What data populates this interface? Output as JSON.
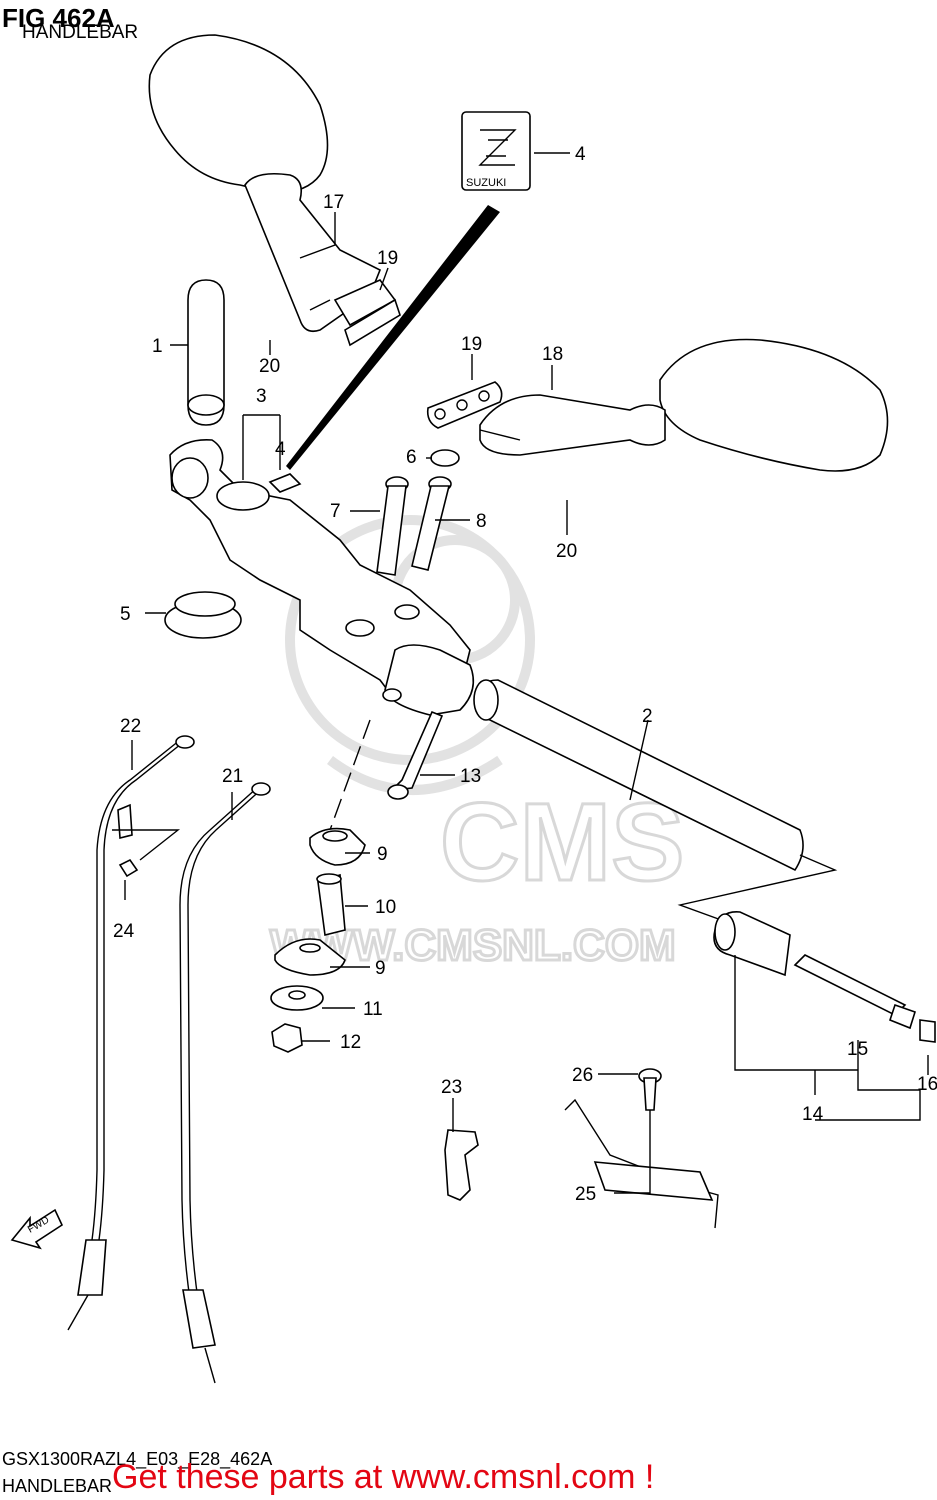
{
  "figure": {
    "title": "FIG 462A",
    "subtitle": "HANDLEBAR"
  },
  "watermark": {
    "brand": "CMS",
    "url": "WWW.CMSNL.COM"
  },
  "emblem_text": "SUZUKI",
  "fwd_label": "FWD",
  "callouts": {
    "c1": "1",
    "c2": "2",
    "c3": "3",
    "c4a": "4",
    "c4b": "4",
    "c5": "5",
    "c6": "6",
    "c7": "7",
    "c8": "8",
    "c9a": "9",
    "c9b": "9",
    "c10": "10",
    "c11": "11",
    "c12": "12",
    "c13": "13",
    "c14": "14",
    "c15": "15",
    "c16": "16",
    "c17": "17",
    "c18": "18",
    "c19a": "19",
    "c19b": "19",
    "c20a": "20",
    "c20b": "20",
    "c21": "21",
    "c22": "22",
    "c23": "23",
    "c24": "24",
    "c25": "25",
    "c26": "26"
  },
  "footer": {
    "model_code": "GSX1300RAZL4_E03_E28_462A",
    "section": "HANDLEBAR",
    "promo": "Get these parts at www.cmsnl.com !"
  }
}
